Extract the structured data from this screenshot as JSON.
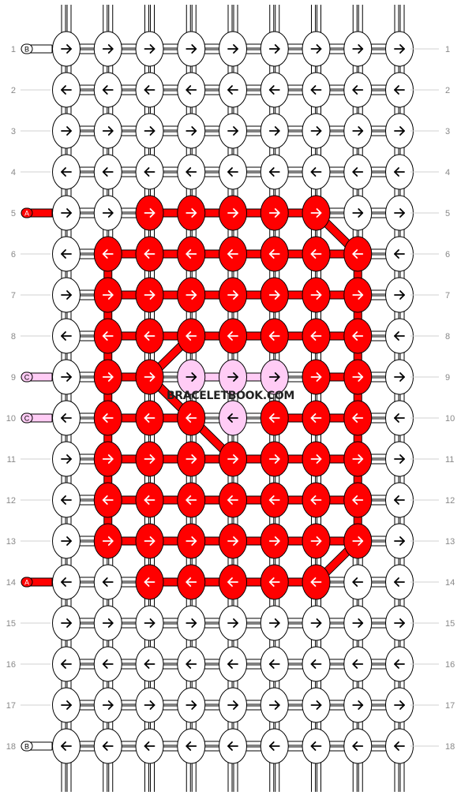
{
  "watermark": "BRACELETBOOK.COM",
  "colors": {
    "A": "#ff0000",
    "B": "#ffffff",
    "C": "#ffccf5"
  },
  "row_numbers": [
    "1",
    "2",
    "3",
    "4",
    "5",
    "6",
    "7",
    "8",
    "9",
    "10",
    "11",
    "12",
    "13",
    "14",
    "15",
    "16",
    "17",
    "18"
  ],
  "row_directions": [
    "right",
    "left",
    "right",
    "left",
    "right",
    "left",
    "right",
    "left",
    "right",
    "left",
    "right",
    "left",
    "right",
    "left",
    "right",
    "left",
    "right",
    "left"
  ],
  "knot_colors": [
    "BBBBBBBBB",
    "BBBBBBBBB",
    "BBBBBBBBB",
    "BBBBBBBBB",
    "BBAAAAABB",
    "BAAAAAAAB",
    "BAAAAAAAB",
    "BAAAAAAAB",
    "BAACCCAAB",
    "BAAACAAAB",
    "BAAAAAAAB",
    "BAAAAAAAB",
    "BAAAAAAAB",
    "BBAAAAABB",
    "BBBBBBBBB",
    "BBBBBBBBB",
    "BBBBBBBBB",
    "BBBBBBBBB"
  ],
  "left_tags": [
    {
      "row": 1,
      "label": "B",
      "color": "B"
    },
    {
      "row": 5,
      "label": "A",
      "color": "A"
    },
    {
      "row": 9,
      "label": "C",
      "color": "C"
    },
    {
      "row": 10,
      "label": "C",
      "color": "C"
    },
    {
      "row": 14,
      "label": "A",
      "color": "A"
    },
    {
      "row": 18,
      "label": "B",
      "color": "B"
    }
  ]
}
